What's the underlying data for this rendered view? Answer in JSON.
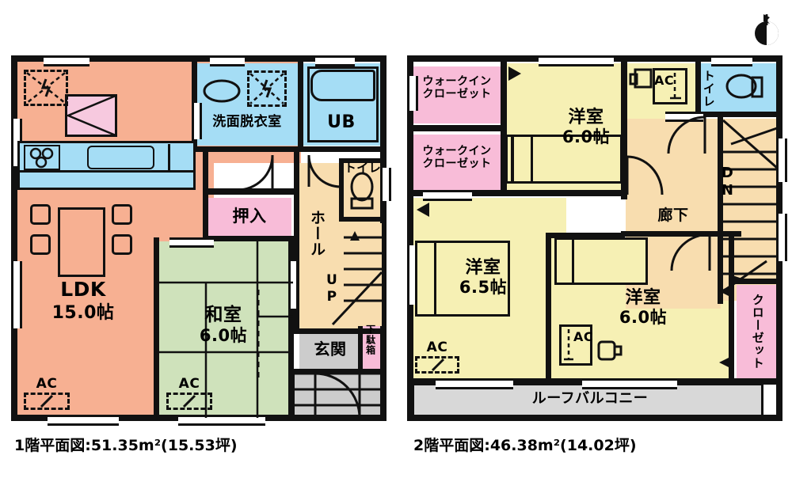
{
  "page": {
    "background": "#ffffff",
    "compass_icon": "north-arrow-compass"
  },
  "colors": {
    "ldk_pink": "#f7b092",
    "tatami_green": "#cfe2bb",
    "water_blue": "#a5ddf5",
    "closet_pink": "#f8bcd8",
    "bedroom_yellow": "#f6f0b4",
    "hall_tan": "#f8ddaf",
    "entry_gray": "#cccccc",
    "balcony_gray": "#d8d8d8",
    "wall_black": "#111111"
  },
  "floor1": {
    "caption": "1階平面図:51.35m²(15.53坪)",
    "caption_parts": {
      "title": "1階平面図",
      "area_sqm": "51.35m²",
      "area_tsubo": "(15.53坪)"
    },
    "rooms": [
      {
        "name": "LDK",
        "label": "LDK",
        "size": "15.0帖",
        "color": "#f7b092"
      },
      {
        "name": "washroom",
        "label": "洗面脱衣室",
        "size": "",
        "color": "#a5ddf5"
      },
      {
        "name": "unit-bath",
        "label": "UB",
        "size": "",
        "color": "#a5ddf5"
      },
      {
        "name": "toilet",
        "label": "トイレ",
        "size": "",
        "color": "#a5ddf5"
      },
      {
        "name": "oshiire",
        "label": "押入",
        "size": "",
        "color": "#f8bcd8"
      },
      {
        "name": "hall",
        "label": "ホール",
        "size": "",
        "color": "#f8ddaf"
      },
      {
        "name": "washitsu",
        "label": "和室",
        "size": "6.0帖",
        "color": "#cfe2bb"
      },
      {
        "name": "entrance",
        "label": "玄関",
        "size": "",
        "color": "#cccccc"
      },
      {
        "name": "shoe-cabinet",
        "label": "下駄箱",
        "size": "",
        "color": "#f8bcd8"
      }
    ],
    "markers": [
      {
        "name": "ac-ldk",
        "label": "AC"
      },
      {
        "name": "ac-washitsu",
        "label": "AC"
      },
      {
        "name": "stairs-up",
        "label": "UP"
      }
    ]
  },
  "floor2": {
    "caption": "2階平面図:46.38m²(14.02坪)",
    "caption_parts": {
      "title": "2階平面図",
      "area_sqm": "46.38m²",
      "area_tsubo": "(14.02坪)"
    },
    "rooms": [
      {
        "name": "walk-in-closet-upper",
        "label": "ウォークイン\nクローゼット",
        "line1": "ウォークイン",
        "line2": "クローゼット",
        "color": "#f8bcd8"
      },
      {
        "name": "walk-in-closet-lower",
        "label": "ウォークイン\nクローゼット",
        "line1": "ウォークイン",
        "line2": "クローゼット",
        "color": "#f8bcd8"
      },
      {
        "name": "bedroom-north",
        "label": "洋室",
        "size": "6.0帖",
        "color": "#f6f0b4"
      },
      {
        "name": "bedroom-west",
        "label": "洋室",
        "size": "6.5帖",
        "color": "#f6f0b4"
      },
      {
        "name": "bedroom-south",
        "label": "洋室",
        "size": "6.0帖",
        "color": "#f6f0b4"
      },
      {
        "name": "toilet",
        "label": "トイレ",
        "size": "",
        "color": "#a5ddf5"
      },
      {
        "name": "corridor",
        "label": "廊下",
        "size": "",
        "color": "#f8ddaf"
      },
      {
        "name": "closet",
        "label": "クローゼット",
        "size": "",
        "color": "#f8bcd8"
      },
      {
        "name": "roof-balcony",
        "label": "ルーフバルコニー",
        "size": "",
        "color": "#d8d8d8"
      }
    ],
    "markers": [
      {
        "name": "ac-bedroom-north",
        "label": "AC"
      },
      {
        "name": "ac-bedroom-west",
        "label": "AC"
      },
      {
        "name": "ac-bedroom-south",
        "label": "AC"
      },
      {
        "name": "stairs-down",
        "label": "DN"
      }
    ]
  }
}
